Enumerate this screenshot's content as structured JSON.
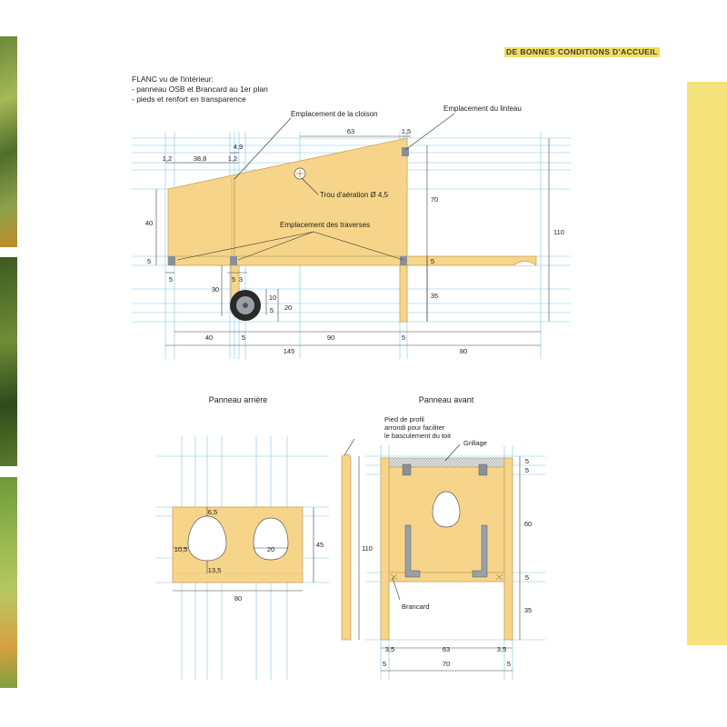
{
  "header": {
    "title": "DE BONNES CONDITIONS D'ACCUEIL"
  },
  "side_view": {
    "title_lines": [
      "FLANC vu de l'intérieur:",
      "- panneau OSB et Brancard au 1er plan",
      "- pieds et renfort en transparence"
    ],
    "labels": {
      "cloison": "Emplacement de la cloison",
      "linteau": "Emplacement du linteau",
      "trou": "Trou d'aération Ø 4,5",
      "traverses": "Emplacement des traverses"
    },
    "dims": {
      "d63": "63",
      "d1_5": "1,5",
      "d4_9": "4,9",
      "d1_2a": "1,2",
      "d38_8": "38,8",
      "d1_2b": "1,2",
      "d70": "70",
      "d110": "110",
      "d40": "40",
      "d5a": "5",
      "d5b": "5",
      "d5c": "5",
      "d5d": "5",
      "d3": "3",
      "d30": "30",
      "d10": "10",
      "d5e": "5",
      "d20": "20",
      "d35": "35",
      "b40": "40",
      "b5a": "5",
      "b90": "90",
      "b5b": "5",
      "b145": "145",
      "b80": "80"
    }
  },
  "rear_panel": {
    "title": "Panneau arrière",
    "dims": {
      "d6_5": "6,5",
      "d10_5": "10,5",
      "d20": "20",
      "d13_5": "13,5",
      "d45": "45",
      "d80": "80",
      "d110": "110"
    },
    "note_lines": [
      "Pied de profil",
      "arrondi pour faciliter",
      "le basculement du toit"
    ]
  },
  "front_panel": {
    "title": "Panneau avant",
    "labels": {
      "grillage": "Grillage",
      "brancard": "Brancard"
    },
    "dims": {
      "d5a": "5",
      "d5b": "5",
      "d60": "60",
      "d5c": "5",
      "d35": "35",
      "d3_5a": "3,5",
      "d63": "63",
      "d3_5b": "3,5",
      "d5d": "5",
      "d70": "70",
      "d5e": "5"
    }
  },
  "colors": {
    "wood": "#f6d58a",
    "wood_dark": "#c9a35a",
    "guide": "#7dc8e4",
    "dim": "#444444",
    "band": "#f6e27a"
  }
}
